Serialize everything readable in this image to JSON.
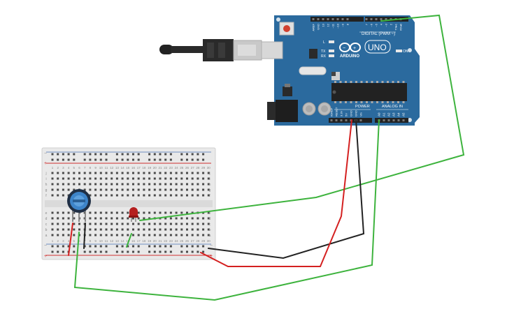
{
  "board": {
    "logo": "UNO",
    "brand": "ARDUINO",
    "digital_label": "DIGITAL (PWM ~)",
    "power_label": "POWER",
    "analog_label": "ANALOG IN",
    "led_labels": {
      "l": "L",
      "tx": "TX",
      "rx": "RX",
      "on": "ON"
    },
    "digital_pins": [
      "AREF",
      "GND",
      "13",
      "12",
      "~11",
      "~10",
      "~9",
      "8",
      "7",
      "~6",
      "~5",
      "4",
      "~3",
      "2",
      "TX▸1",
      "RX◂0"
    ],
    "power_pins": [
      "IOREF",
      "RESET",
      "3.3V",
      "5V",
      "GND",
      "GND",
      "Vin"
    ],
    "analog_pins": [
      "A0",
      "A1",
      "A2",
      "A3",
      "A4",
      "A5"
    ]
  },
  "breadboard": {
    "column_numbers": [
      "1",
      "2",
      "3",
      "4",
      "5",
      "6",
      "7",
      "8",
      "9",
      "10",
      "11",
      "12",
      "13",
      "14",
      "15",
      "16",
      "17",
      "18",
      "19",
      "20",
      "21",
      "22",
      "23",
      "24",
      "25",
      "26",
      "27",
      "28",
      "29",
      "30"
    ],
    "top_rows": [
      "j",
      "i",
      "h",
      "g",
      "f"
    ],
    "bottom_rows": [
      "e",
      "d",
      "c",
      "b",
      "a"
    ],
    "rail_plus": "+",
    "rail_minus": "−"
  },
  "colors": {
    "board": "#2b6a9e",
    "breadboard": "#e9e9e9",
    "wire_green": "#3db33d",
    "wire_red": "#d42020",
    "wire_black": "#222222",
    "led": "#b51f1f",
    "pot_knob": "#3d84c9"
  },
  "icons": {
    "usb": "usb-cable-icon",
    "reset": "reset-button-icon",
    "led": "red-led-icon",
    "pot": "potentiometer-icon"
  }
}
